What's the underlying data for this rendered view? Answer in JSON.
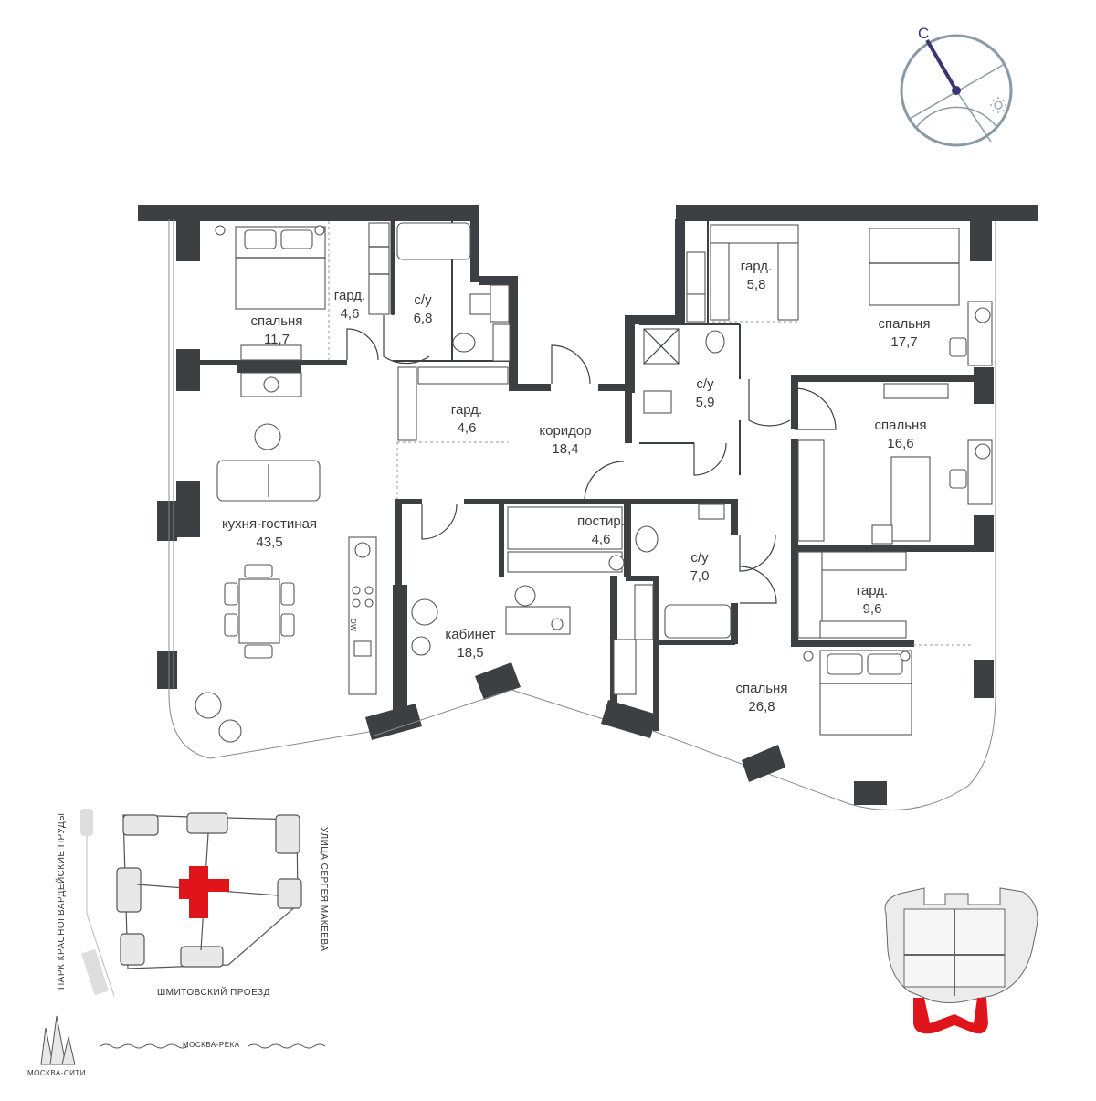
{
  "rooms": [
    {
      "id": "bedroom-1",
      "name": "спальня",
      "area": "11,7"
    },
    {
      "id": "wardrobe-1",
      "name": "гард.",
      "area": "4,6"
    },
    {
      "id": "bathroom-1",
      "name": "с/у",
      "area": "6,8"
    },
    {
      "id": "wardrobe-2",
      "name": "гард.",
      "area": "4,6"
    },
    {
      "id": "corridor",
      "name": "коридор",
      "area": "18,4"
    },
    {
      "id": "kitchen-living",
      "name": "кухня-гостиная",
      "area": "43,5"
    },
    {
      "id": "wardrobe-3",
      "name": "гард.",
      "area": "5,8"
    },
    {
      "id": "bedroom-2",
      "name": "спальня",
      "area": "17,7"
    },
    {
      "id": "bathroom-2",
      "name": "с/у",
      "area": "5,9"
    },
    {
      "id": "bedroom-3",
      "name": "спальня",
      "area": "16,6"
    },
    {
      "id": "laundry",
      "name": "постир.",
      "area": "4,6"
    },
    {
      "id": "bathroom-3",
      "name": "с/у",
      "area": "7,0"
    },
    {
      "id": "study",
      "name": "кабинет",
      "area": "18,5"
    },
    {
      "id": "wardrobe-4",
      "name": "гард.",
      "area": "9,6"
    },
    {
      "id": "bedroom-4",
      "name": "спальня",
      "area": "26,8"
    }
  ],
  "compass": {
    "north_letter": "С"
  },
  "site_map": {
    "park_label": "ПАРК КРАСНОГВАРДЕЙСКИЕ ПРУДЫ",
    "street_label": "УЛИЦА СЕРГЕЯ МАКЕЕВА",
    "passage_label": "ШМИТОВСКИЙ ПРОЕЗД",
    "river_label": "МОСКВА-РЕКА",
    "city_label": "МОСКВА-СИТИ"
  },
  "appliance": {
    "dishwasher": "DW"
  },
  "colors": {
    "wall": "#3d4042",
    "accent": "#e0141b",
    "compass": "#8a9aa4",
    "compass_needle": "#3b3670"
  }
}
